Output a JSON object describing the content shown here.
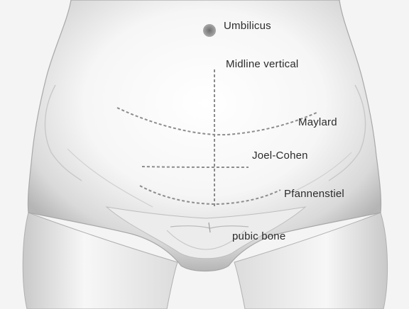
{
  "labels": {
    "umbilicus": "Umbilicus",
    "midline": "Midline vertical",
    "maylard": "Maylard",
    "joel_cohen": "Joel-Cohen",
    "pfannenstiel": "Pfannenstiel",
    "pubic_bone": "pubic bone"
  },
  "colors": {
    "background": "#f4f4f4",
    "skin_light": "#ffffff",
    "skin_shadow": "#9a9a9a",
    "incision_line": "#8c8c8c",
    "text": "#2b2b2b"
  }
}
